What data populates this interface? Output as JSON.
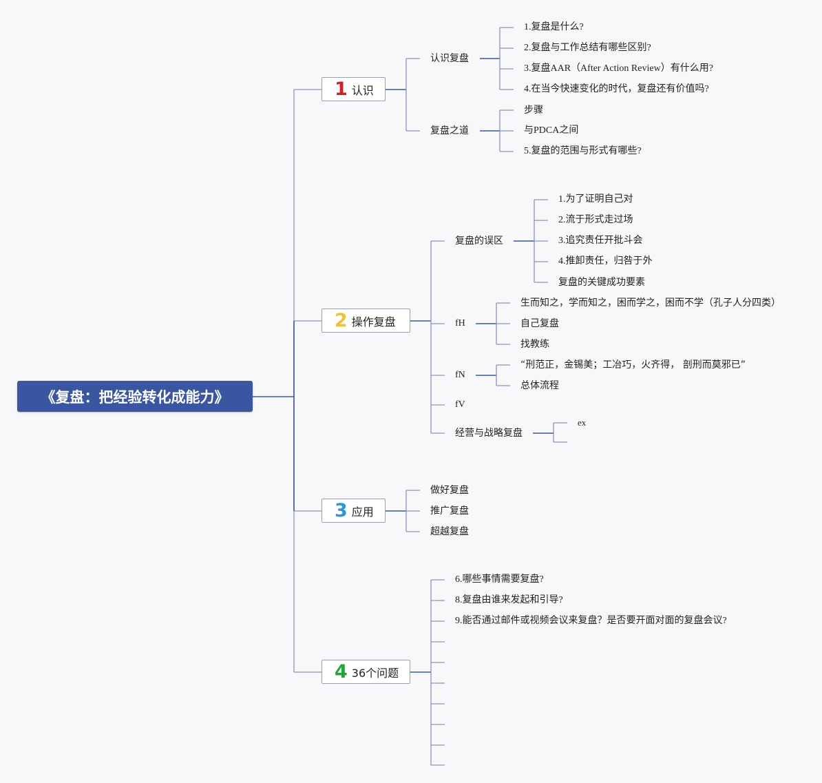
{
  "root": {
    "title": "《复盘：把经验转化成能力》"
  },
  "colors": {
    "root_bg": "#3b56a0",
    "line": "#3b56a0",
    "num1": "#d0202e",
    "num2": "#f2c12e",
    "num3": "#2e96d6",
    "num4": "#23a33a"
  },
  "branches": [
    {
      "num": "1",
      "label": "认识",
      "children": [
        {
          "label": "认识复盘",
          "children": [
            "1.复盘是什么?",
            "2.复盘与工作总结有哪些区别?",
            "3.复盘AAR（After Action Review）有什么用?",
            "4.在当今快速变化的时代，复盘还有价值吗?"
          ]
        },
        {
          "label": "复盘之道",
          "children": [
            "步骤",
            "与PDCA之间",
            "5.复盘的范围与形式有哪些?"
          ]
        }
      ]
    },
    {
      "num": "2",
      "label": "操作复盘",
      "children": [
        {
          "label": "复盘的误区",
          "children": [
            "1.为了证明自己对",
            "2.流于形式走过场",
            "3.追究责任开批斗会",
            "4.推卸责任，归咎于外",
            "复盘的关键成功要素"
          ]
        },
        {
          "label": "fH",
          "children": [
            "生而知之，学而知之，困而学之，困而不学（孔子人分四类）",
            "自己复盘",
            "找教练"
          ]
        },
        {
          "label": "fN",
          "children": [
            "“刑范正，金锡美；工冶巧，火齐得， 剖刑而莫邪已”",
            "总体流程"
          ]
        },
        {
          "label": "fV",
          "children": []
        },
        {
          "label": "经营与战略复盘",
          "children": [
            "ex",
            ""
          ]
        }
      ]
    },
    {
      "num": "3",
      "label": "应用",
      "children": [
        {
          "label": "做好复盘",
          "children": []
        },
        {
          "label": "推广复盘",
          "children": []
        },
        {
          "label": "超越复盘",
          "children": []
        }
      ]
    },
    {
      "num": "4",
      "label": "36个问题",
      "children": [
        {
          "label": "6.哪些事情需要复盘?",
          "children": []
        },
        {
          "label": "8.复盘由谁来发起和引导?",
          "children": []
        },
        {
          "label": "9.能否通过邮件或视频会议来复盘？是否要开面对面的复盘会议?",
          "children": []
        },
        {
          "label": "",
          "children": []
        },
        {
          "label": "",
          "children": []
        },
        {
          "label": "",
          "children": []
        },
        {
          "label": "",
          "children": []
        },
        {
          "label": "",
          "children": []
        },
        {
          "label": "",
          "children": []
        },
        {
          "label": "",
          "children": []
        }
      ]
    }
  ]
}
